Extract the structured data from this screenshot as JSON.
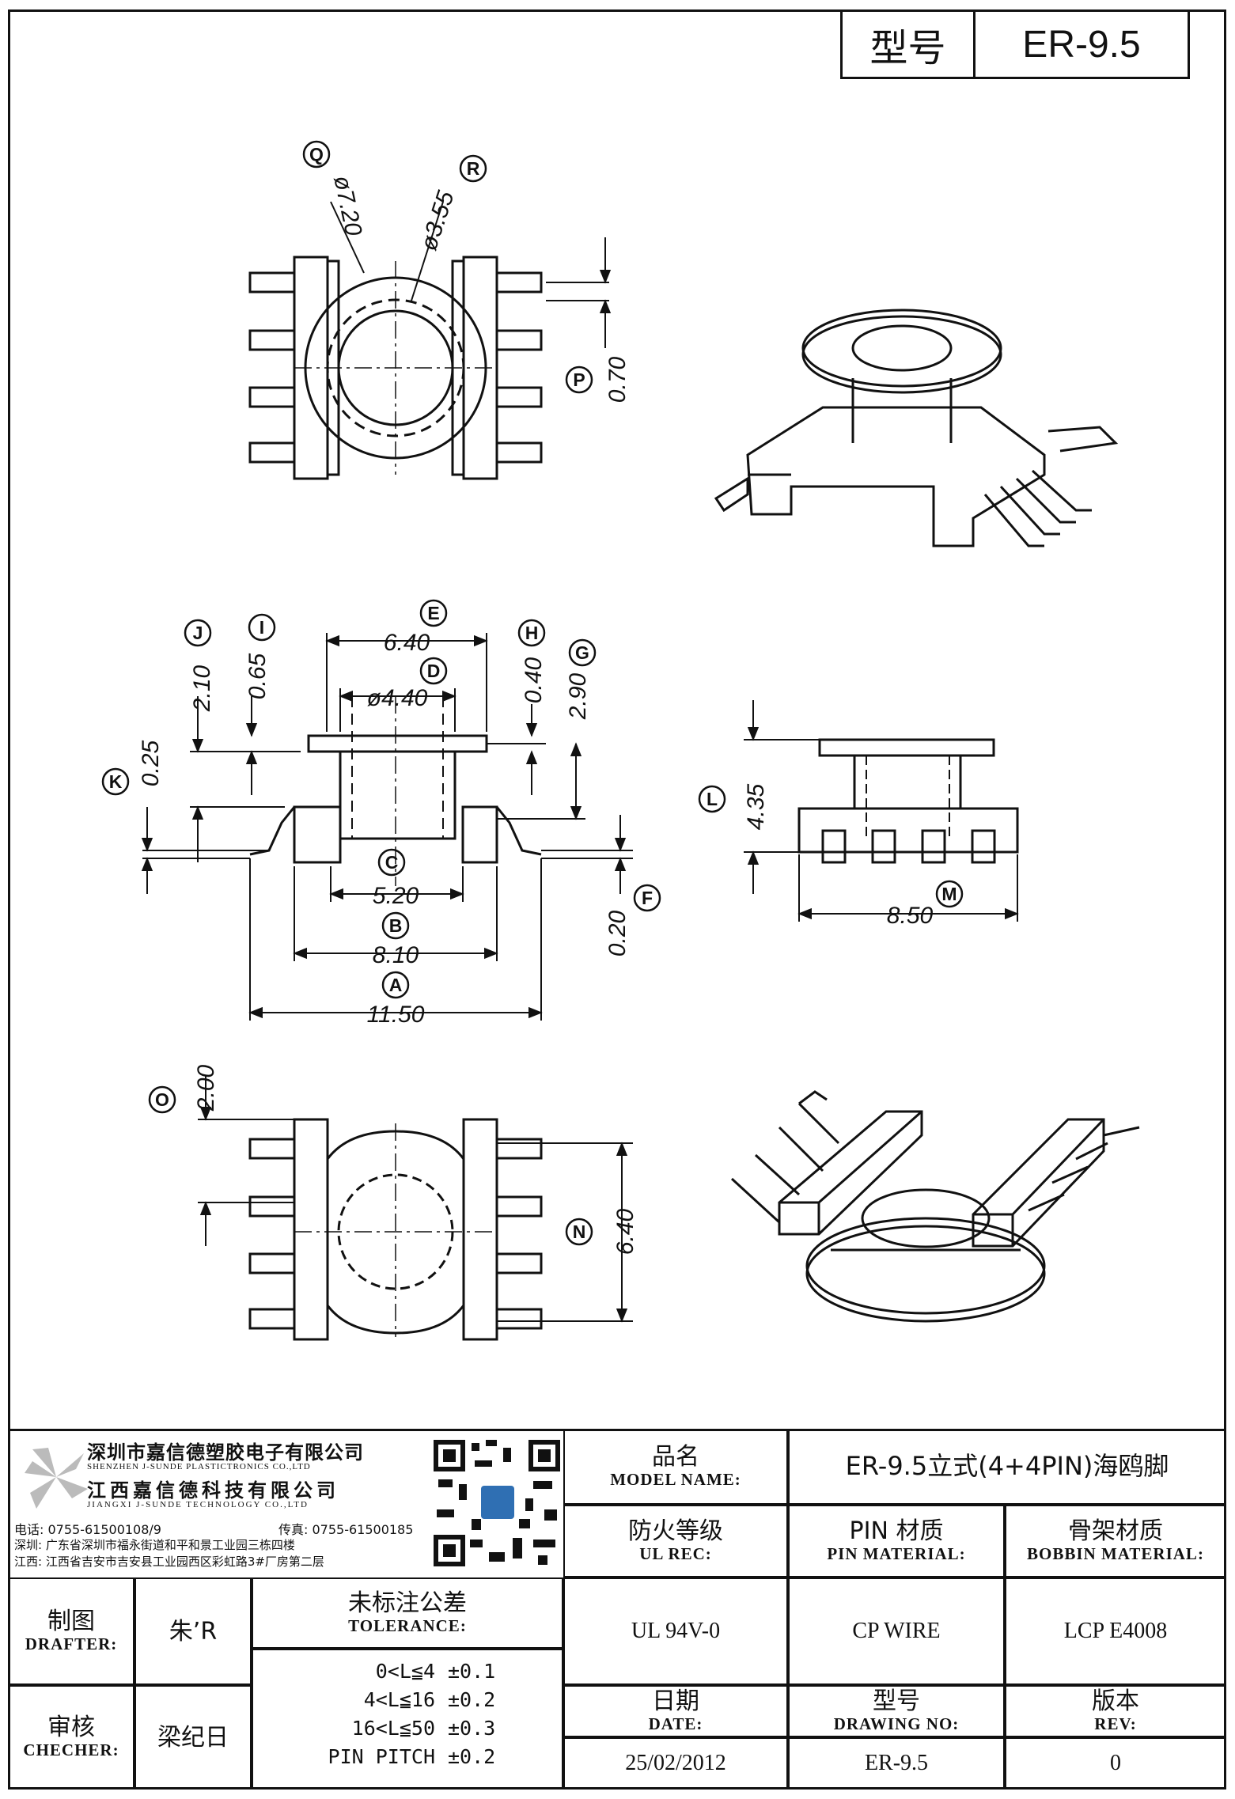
{
  "header": {
    "model_label": "型号",
    "model_value": "ER-9.5"
  },
  "callouts": {
    "Q": "Q",
    "R": "R",
    "P": "P",
    "E": "E",
    "D": "D",
    "J": "J",
    "I": "I",
    "H": "H",
    "G": "G",
    "K": "K",
    "C": "C",
    "B": "B",
    "A": "A",
    "F": "F",
    "L": "L",
    "M": "M",
    "O": "O",
    "N": "N"
  },
  "dimensions": {
    "q": "ø7.20",
    "r": "ø3.55",
    "p": "0.70",
    "e": "6.40",
    "d": "ø4.40",
    "j": "2.10",
    "i": "0.65",
    "h": "0.40",
    "g": "2.90",
    "k": "0.25",
    "c": "5.20",
    "b": "8.10",
    "a": "11.50",
    "f": "0.20",
    "l": "4.35",
    "m": "8.50",
    "o": "2.00",
    "n": "6.40"
  },
  "company": {
    "name_cn_1": "深圳市嘉信德塑胶电子有限公司",
    "name_en_1": "SHENZHEN J-SUNDE PLASTICTRONICS CO.,LTD",
    "name_cn_2": "江西嘉信德科技有限公司",
    "name_en_2": "JIANGXI J-SUNDE TECHNOLOGY CO.,LTD",
    "phone": "电话: 0755-61500108/9",
    "fax": "传真: 0755-61500185",
    "addr_sz": "深圳: 广东省深圳市福永街道和平和景工业园三栋四楼",
    "addr_jx": "江西: 江西省吉安市吉安县工业园西区彩虹路3#厂房第二层"
  },
  "title_block": {
    "product_name_cn": "品名",
    "product_name_en": "MODEL NAME:",
    "product_name_value": "ER-9.5立式(4+4PIN)海鸥脚",
    "ul_cn": "防火等级",
    "ul_en": "UL REC:",
    "pin_cn": "PIN 材质",
    "pin_en": "PIN MATERIAL:",
    "bobbin_cn": "骨架材质",
    "bobbin_en": "BOBBIN MATERIAL:",
    "ul_value": "UL 94V-0",
    "pin_value": "CP WIRE",
    "bobbin_value": "LCP E4008",
    "date_cn": "日期",
    "date_en": "DATE:",
    "drawing_cn": "型号",
    "drawing_en": "DRAWING NO:",
    "rev_cn": "版本",
    "rev_en": "REV:",
    "date_value": "25/02/2012",
    "drawing_value": "ER-9.5",
    "rev_value": "0",
    "drafter_cn": "制图",
    "drafter_en": "DRAFTER:",
    "drafter_value": "朱’R",
    "checker_cn": "审核",
    "checker_en": "CHECHER:",
    "checker_value": "梁纪日",
    "tolerance_cn": "未标注公差",
    "tolerance_en": "TOLERANCE:",
    "tolerances": [
      {
        "range": "0<L≦4",
        "value": "±0.1"
      },
      {
        "range": "4<L≦16",
        "value": "±0.2"
      },
      {
        "range": "16<L≦50",
        "value": "±0.3"
      },
      {
        "range": "PIN PITCH",
        "value": "±0.2"
      }
    ]
  }
}
